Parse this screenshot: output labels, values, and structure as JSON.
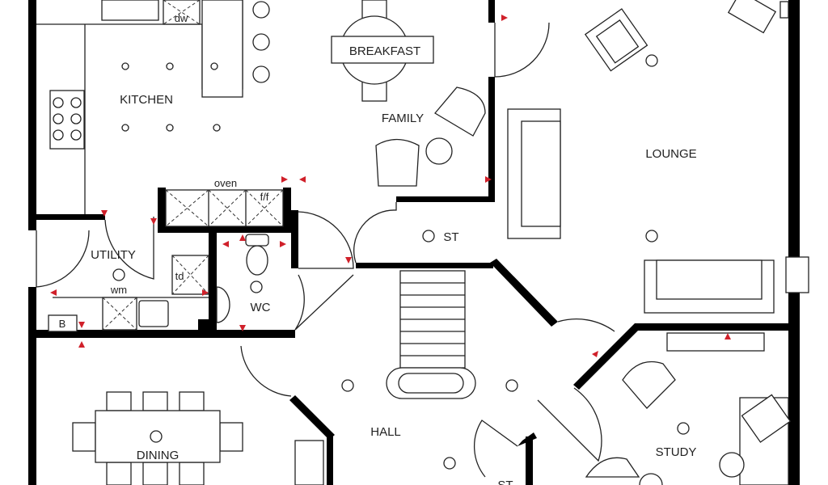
{
  "rooms": {
    "kitchen": "KITCHEN",
    "breakfast": "BREAKFAST",
    "family": "FAMILY",
    "lounge": "LOUNGE",
    "utility": "UTILITY",
    "wc": "WC",
    "store_upper": "ST",
    "store_lower": "ST",
    "hall": "HALL",
    "dining": "DINING",
    "study": "STUDY"
  },
  "appliances": {
    "dishwasher": "dw",
    "oven": "oven",
    "fridge_freezer": "f/f",
    "washing_machine": "wm",
    "tumble_dryer": "td",
    "boiler": "B"
  },
  "colors": {
    "walls": "#000000",
    "markers": "#d0202a",
    "lines": "#222222"
  }
}
